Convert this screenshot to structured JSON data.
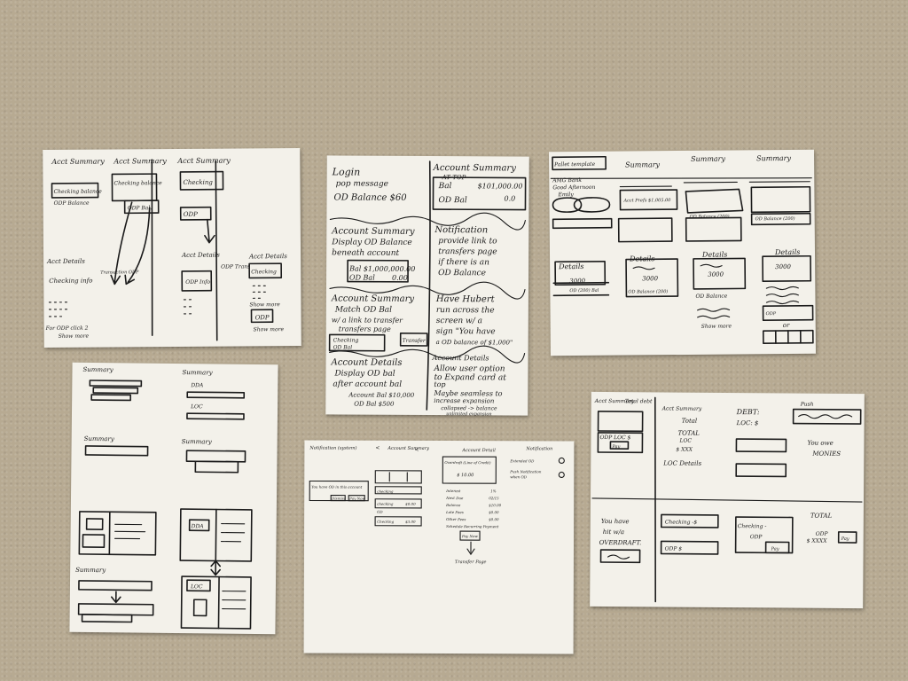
{
  "sheet_a": {
    "col1_title": "Acct Summary",
    "col2_title": "Acct Summary",
    "col3_title": "Acct Summary",
    "checking_balance": "Checking balance",
    "odp_balance": "ODP Balance",
    "checking_balance_2": "Checking balance",
    "odp_bal": "ODP Bal.",
    "checking": "Checking",
    "odp": "ODP",
    "acct_details_1": "Acct Details",
    "checking_info": "Checking info",
    "transaction_odp": "Transaction ODP",
    "for_odp_click": "For ODP click 2",
    "show_more_1": "Show more",
    "acct_details_2": "Acct Details",
    "odp_info": "ODP Info",
    "acct_details_3": "Acct Details",
    "odp_trans": "ODP Trans",
    "checking_2": "Checking",
    "show_more_2": "Show more",
    "odp_2": "ODP",
    "show_more_3": "Show more"
  },
  "sheet_b": {
    "login": "Login",
    "pop_message": "pop message",
    "od_balance": "OD Balance $60",
    "account_summary_1": "Account Summary",
    "at_top": "AT TOP",
    "bal": "Bal",
    "bal_val": "$101,000.00",
    "od_bal": "OD Bal",
    "od_bal_val": "0.0",
    "account_summary_2": "Account Summary",
    "display_od": "Display OD Balance",
    "beneath": "beneath account",
    "bal_amount": "Bal $1,000,000.00",
    "od_bal_2": "OD Bal",
    "od_bal_2_val": "0.00",
    "notification": "Notification",
    "provide_link": "provide link to",
    "transfers_page": "transfers page",
    "if_there": "if there is an",
    "od_balance_2": "OD Balance",
    "account_summary_3": "Account Summary",
    "match_od": "Match OD Bal",
    "with_link": "w/ a link to transfer",
    "transfers_page_2": "transfers page",
    "checking_mini": "Checking",
    "od_bal_mini": "OD Bal",
    "transfer_btn": "Transfer",
    "have_hubert": "Have Hubert",
    "run_across": "run across the",
    "screen_with": "screen w/ a",
    "sign": "sign \"You have",
    "od_balance_of": "a OD balance of $1,000\"",
    "account_details_1": "Account Details",
    "display_od_2": "Display OD bal",
    "after_account": "after account bal",
    "account_bal": "Account Bal $10,000",
    "od_bal_3": "OD Bal $500",
    "account_details_2": "Account Details",
    "allow_user": "Allow user option",
    "to_expand": "to Expand card at",
    "top": "top",
    "maybe": "Maybe seamless to",
    "increase": "increase expansion",
    "collapsed": "collapsed -> balance",
    "unlimited": "unlimited expansion"
  },
  "sheet_c": {
    "header_left": "Pallet template",
    "summary_1": "Summary",
    "summary_2": "Summary",
    "summary_3": "Summary",
    "greeting_1": "AMG Bank",
    "greeting_2": "Good Afternoon",
    "greeting_3": "Emily",
    "acct_pref": "Acct Prefs $1,005.00",
    "od_balance_a": "OD Balance (200)",
    "od_balance_b": "OD Balance (200)",
    "details_1": "Details",
    "details_2": "Details",
    "details_3": "Details",
    "details_4": "Details",
    "val_3000_1": "3000",
    "val_3000_2": "3000",
    "val_3000_3": "3000",
    "val_3000_4": "3000",
    "od_bal_label": "OD (200) Bal",
    "od_balance_c": "OD Balance (200)",
    "od_balance_d": "OD Balance",
    "show_more": "Show more",
    "or": "or",
    "odp_mini": "ODP"
  },
  "sheet_d": {
    "summary_1": "Summary",
    "summary_2": "Summary",
    "dda": "DDA",
    "loc": "LOC",
    "summary_3": "Summary",
    "summary_4": "Summary",
    "dda_2": "DDA",
    "summary_5": "Summary",
    "loc_2": "LOC"
  },
  "sheet_e": {
    "notification_1": "Notification (system)",
    "back_1": "<",
    "account_summary": "Account Summary",
    "back_2": "<",
    "account_detail": "Account Detail",
    "notification_2": "Notification",
    "alert_text": "You have OD in this account",
    "dismiss": "Dismiss",
    "pay_now": "Pay Now",
    "checking_1": "checking",
    "checking_2": "checking",
    "checking_amt": "$0.00",
    "od_label": "OD",
    "checking_3": "Checking",
    "checking_3_amt": "$3.00",
    "overdraft": "Overdraft (Line of Credit)",
    "overdraft_amt": "$ 10.00",
    "interest": "Interest",
    "interest_val": "1%",
    "next_due": "Next Due",
    "next_due_val": "02/15",
    "balance": "Balance",
    "balance_val": "$10.00",
    "late_fees": "Late Fees",
    "late_fees_val": "$0.00",
    "other_fees": "Other Fees",
    "other_fees_val": "$0.00",
    "schedule": "Schedule Recurring Payment",
    "pay_now_2": "Pay Now",
    "transfer_page": "Transfer Page",
    "extended": "Extended OD",
    "push_notif": "Push Notification",
    "when_od": "when OD"
  },
  "sheet_f": {
    "acct_summary": "Acct Summary",
    "total_debt": "Total debt",
    "acct_summary_2": "Acct Summary",
    "total": "Total",
    "debt": "DEBT:",
    "loc": "LOC: $",
    "push": "Push",
    "odp_loc": "ODP LOC $",
    "pay": "Pay",
    "total_2": "TOTAL",
    "loc_2": "LOC",
    "xxx": "$ XXX",
    "loc_details": "LOC Details",
    "you_owe": "You owe",
    "monies": "MONIES",
    "you_have": "You have",
    "hit": "hit w/a",
    "overdraft": "OVERDRAFT.",
    "checking": "Checking -$",
    "odp": "ODP $",
    "checking_2": "Checking -",
    "odp_2": "ODP",
    "pay_2": "Pay",
    "total_3": "TOTAL",
    "odp_3": "ODP",
    "xxx_2": "$ XXXX",
    "pay_3": "Pay"
  }
}
